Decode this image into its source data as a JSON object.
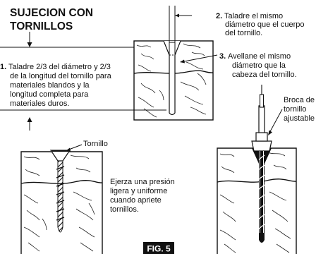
{
  "figure": {
    "title_line1": "SUJECION CON",
    "title_line2": "TORNILLOS",
    "fig_label": "FIG. 5"
  },
  "steps": [
    {
      "number": "1.",
      "lines": [
        "Taladre 2/3 del diámetro y 2/3",
        "de la longitud del tornillo para",
        "materiales blandos y la",
        "longitud completa para",
        "materiales duros."
      ]
    },
    {
      "number": "2.",
      "lines": [
        "Taladre el mismo",
        "diámetro que el cuerpo",
        "del tornillo."
      ]
    },
    {
      "number": "3.",
      "lines": [
        "Avellane el mismo",
        "diámetro que la",
        "cabeza del tornillo."
      ]
    }
  ],
  "labels": {
    "screw": "Tornillo",
    "bit_lines": [
      "Broca de",
      "tornillo",
      "ajustable"
    ],
    "pressure_lines": [
      "Ejerza una presión",
      "ligera y uniforme",
      "cuando apriete",
      "tornillos."
    ]
  }
}
